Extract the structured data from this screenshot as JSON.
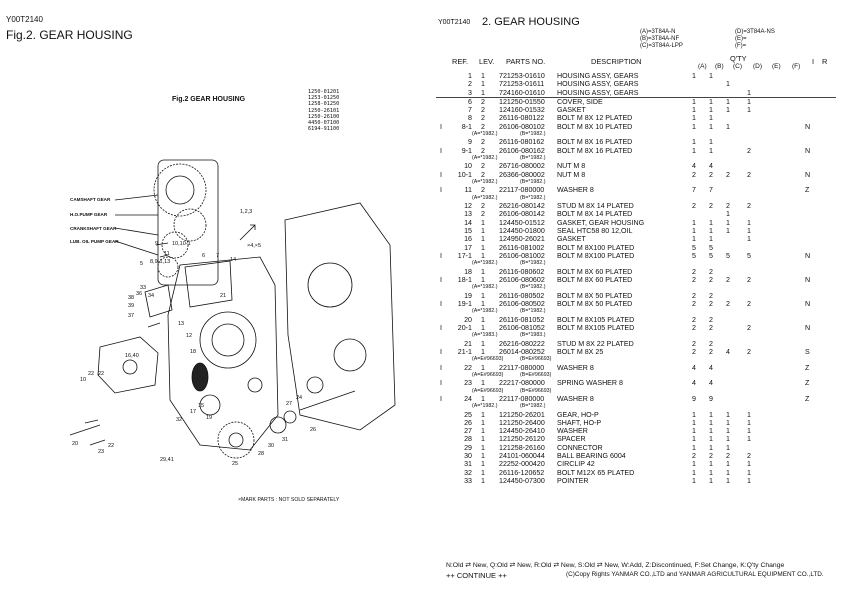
{
  "left_page": {
    "code": "Y00T2140",
    "title": "Fig.2.  GEAR HOUSING",
    "diagram_title": "Fig.2 GEAR HOUSING",
    "legend": [
      "␹1250-01201",
      "␹1253-01250",
      "␹1258-01250",
      "␹1250-26101",
      "␹1250-26100",
      "␹4450-07100",
      "␹6194-91100"
    ],
    "labels": [
      "CAMSHAFT GEAR",
      "H.O.PUMP GEAR",
      "CRANKSHAFT GEAR",
      "LUB. OIL PUMP GEAR"
    ],
    "callouts": [
      "1,2,3",
      "×4,×5",
      "9",
      "10,10-1",
      "11",
      "8,9-1,13",
      "14",
      "16,40",
      "38",
      "39",
      "37",
      "33",
      "34",
      "36",
      "10",
      "22",
      "22",
      "20",
      "23",
      "22",
      "29,41",
      "32",
      "17",
      "15",
      "19",
      "18",
      "12",
      "13",
      "25",
      "28",
      "30",
      "31",
      "26",
      "24",
      "27",
      "21",
      "6",
      "7",
      "5"
    ],
    "mark_note": "×MARK PARTS : NOT SOLD SEPARATELY"
  },
  "right_page": {
    "code": "Y00T2140",
    "title": "2.  GEAR HOUSING",
    "variants_left": [
      "(A)=3T84A-N",
      "(B)=3T84A-NF",
      "(C)=3T84A-LPP"
    ],
    "variants_right": [
      "(D)=3T84A-NS",
      "(E)=",
      "(F)="
    ],
    "headers": {
      "ref": "REF.",
      "lev": "LEV.",
      "parts": "PARTS NO.",
      "desc": "DESCRIPTION",
      "qty": "Q'TY",
      "a": "(A)",
      "b": "(B)",
      "c": "(C)",
      "d": "(D)",
      "e": "(E)",
      "f": "(F)",
      "i": "I",
      "r": "R"
    },
    "rows": [
      {
        "mark": "",
        "ref": "1",
        "lev": "1",
        "part": "721253-01610",
        "desc": "HOUSING ASSY, GEARS",
        "qa": "1",
        "qb": "1",
        "qc": "",
        "qd": "",
        "qe": "",
        "flag": ""
      },
      {
        "mark": "",
        "ref": "2",
        "lev": "1",
        "part": "721253-01611",
        "desc": "HOUSING ASSY, GEARS",
        "qa": "",
        "qb": "",
        "qc": "1",
        "qd": "",
        "qe": "",
        "flag": ""
      },
      {
        "mark": "",
        "ref": "3",
        "lev": "1",
        "part": "724160-01610",
        "desc": "HOUSING ASSY, GEARS",
        "qa": "",
        "qb": "",
        "qc": "",
        "qd": "1",
        "qe": "",
        "flag": ""
      },
      {
        "divider": true
      },
      {
        "mark": "",
        "ref": "6",
        "lev": "2",
        "part": "121250-01550",
        "desc": "COVER, SIDE",
        "qa": "1",
        "qb": "1",
        "qc": "1",
        "qd": "1",
        "qe": "",
        "flag": ""
      },
      {
        "mark": "",
        "ref": "7",
        "lev": "2",
        "part": "124160-01532",
        "desc": "GASKET",
        "qa": "1",
        "qb": "1",
        "qc": "1",
        "qd": "1",
        "qe": "",
        "flag": ""
      },
      {
        "mark": "",
        "ref": "8",
        "lev": "2",
        "part": "26116-080122",
        "desc": "BOLT M 8X 12 PLATED",
        "qa": "1",
        "qb": "1",
        "qc": "",
        "qd": "",
        "qe": "",
        "flag": ""
      },
      {
        "mark": "I",
        "ref": "8-1",
        "lev": "2",
        "part": "26106-080102",
        "desc": "BOLT M 8X 10 PLATED",
        "qa": "1",
        "qb": "1",
        "qc": "1",
        "qd": "",
        "qe": "",
        "flag": "N"
      },
      {
        "note": [
          "(A=*1982.)",
          "(B=*1982.)"
        ]
      },
      {
        "mark": "",
        "ref": "9",
        "lev": "2",
        "part": "26116-080162",
        "desc": "BOLT M 8X 16 PLATED",
        "qa": "1",
        "qb": "1",
        "qc": "",
        "qd": "",
        "qe": "",
        "flag": ""
      },
      {
        "mark": "I",
        "ref": "9-1",
        "lev": "2",
        "part": "26106-080162",
        "desc": "BOLT M 8X 16 PLATED",
        "qa": "1",
        "qb": "1",
        "qc": "",
        "qd": "2",
        "qe": "",
        "flag": "N"
      },
      {
        "note": [
          "(A=*1982.)",
          "(B=*1982.)"
        ]
      },
      {
        "mark": "",
        "ref": "10",
        "lev": "2",
        "part": "26716-080002",
        "desc": "NUT M 8",
        "qa": "4",
        "qb": "4",
        "qc": "",
        "qd": "",
        "qe": "",
        "flag": ""
      },
      {
        "mark": "I",
        "ref": "10-1",
        "lev": "2",
        "part": "26366-080002",
        "desc": "NUT M 8",
        "qa": "2",
        "qb": "2",
        "qc": "2",
        "qd": "2",
        "qe": "",
        "flag": "N"
      },
      {
        "note": [
          "(A=*1982.)",
          "(B=*1982.)"
        ]
      },
      {
        "mark": "I",
        "ref": "11",
        "lev": "2",
        "part": "22117-080000",
        "desc": "WASHER  8",
        "qa": "7",
        "qb": "7",
        "qc": "",
        "qd": "",
        "qe": "",
        "flag": "Z"
      },
      {
        "note": [
          "(A=*1982.)",
          "(B=*1982.)"
        ]
      },
      {
        "mark": "",
        "ref": "12",
        "lev": "2",
        "part": "26216-080142",
        "desc": "STUD M 8X 14 PLATED",
        "qa": "2",
        "qb": "2",
        "qc": "2",
        "qd": "2",
        "qe": "",
        "flag": ""
      },
      {
        "mark": "",
        "ref": "13",
        "lev": "2",
        "part": "26106-080142",
        "desc": "BOLT M 8X 14 PLATED",
        "qa": "",
        "qb": "",
        "qc": "1",
        "qd": "",
        "qe": "",
        "flag": ""
      },
      {
        "mark": "",
        "ref": "14",
        "lev": "1",
        "part": "124450-01512",
        "desc": "GASKET, GEAR HOUSING",
        "qa": "1",
        "qb": "1",
        "qc": "1",
        "qd": "1",
        "qe": "",
        "flag": ""
      },
      {
        "mark": "",
        "ref": "15",
        "lev": "1",
        "part": "124450-01800",
        "desc": "SEAL HTC58 80 12,OIL",
        "qa": "1",
        "qb": "1",
        "qc": "1",
        "qd": "1",
        "qe": "",
        "flag": ""
      },
      {
        "mark": "",
        "ref": "16",
        "lev": "1",
        "part": "124950-26021",
        "desc": "GASKET",
        "qa": "1",
        "qb": "1",
        "qc": "",
        "qd": "1",
        "qe": "",
        "flag": ""
      },
      {
        "mark": "",
        "ref": "17",
        "lev": "1",
        "part": "26116-081002",
        "desc": "BOLT M 8X100 PLATED",
        "qa": "5",
        "qb": "5",
        "qc": "",
        "qd": "",
        "qe": "",
        "flag": ""
      },
      {
        "mark": "I",
        "ref": "17-1",
        "lev": "1",
        "part": "26106-081002",
        "desc": "BOLT M 8X100 PLATED",
        "qa": "5",
        "qb": "5",
        "qc": "5",
        "qd": "5",
        "qe": "",
        "flag": "N"
      },
      {
        "note": [
          "(A=*1982.)",
          "(B=*1982.)"
        ]
      },
      {
        "mark": "",
        "ref": "18",
        "lev": "1",
        "part": "26116-080602",
        "desc": "BOLT M 8X 60 PLATED",
        "qa": "2",
        "qb": "2",
        "qc": "",
        "qd": "",
        "qe": "",
        "flag": ""
      },
      {
        "mark": "I",
        "ref": "18-1",
        "lev": "1",
        "part": "26106-080602",
        "desc": "BOLT M 8X 60 PLATED",
        "qa": "2",
        "qb": "2",
        "qc": "2",
        "qd": "2",
        "qe": "",
        "flag": "N"
      },
      {
        "note": [
          "(A=*1982.)",
          "(B=*1982.)"
        ]
      },
      {
        "mark": "",
        "ref": "19",
        "lev": "1",
        "part": "26116-080502",
        "desc": "BOLT M 8X 50 PLATED",
        "qa": "2",
        "qb": "2",
        "qc": "",
        "qd": "",
        "qe": "",
        "flag": ""
      },
      {
        "mark": "I",
        "ref": "19-1",
        "lev": "1",
        "part": "26106-080502",
        "desc": "BOLT M 8X 50 PLATED",
        "qa": "2",
        "qb": "2",
        "qc": "2",
        "qd": "2",
        "qe": "",
        "flag": "N"
      },
      {
        "note": [
          "(A=*1982.)",
          "(B=*1982.)"
        ]
      },
      {
        "mark": "",
        "ref": "20",
        "lev": "1",
        "part": "26116-081052",
        "desc": "BOLT M 8X105 PLATED",
        "qa": "2",
        "qb": "2",
        "qc": "",
        "qd": "",
        "qe": "",
        "flag": ""
      },
      {
        "mark": "I",
        "ref": "20-1",
        "lev": "1",
        "part": "26106-081052",
        "desc": "BOLT M 8X105 PLATED",
        "qa": "2",
        "qb": "2",
        "qc": "",
        "qd": "2",
        "qe": "",
        "flag": "N"
      },
      {
        "note": [
          "(A=*1983.)",
          "(B=*1983.)"
        ]
      },
      {
        "mark": "",
        "ref": "21",
        "lev": "1",
        "part": "26216-080222",
        "desc": "STUD M 8X 22 PLATED",
        "qa": "2",
        "qb": "2",
        "qc": "",
        "qd": "",
        "qe": "",
        "flag": ""
      },
      {
        "mark": "I",
        "ref": "21-1",
        "lev": "1",
        "part": "26014-080252",
        "desc": "BOLT M 8X 25",
        "qa": "2",
        "qb": "2",
        "qc": "4",
        "qd": "2",
        "qe": "",
        "flag": "S"
      },
      {
        "note": [
          "(A=E#96693)",
          "(B=E#96693)"
        ]
      },
      {
        "mark": "I",
        "ref": "22",
        "lev": "1",
        "part": "22117-080000",
        "desc": "WASHER  8",
        "qa": "4",
        "qb": "4",
        "qc": "",
        "qd": "",
        "qe": "",
        "flag": "Z"
      },
      {
        "note": [
          "(A=E#96693)",
          "(B=E#96693)"
        ]
      },
      {
        "mark": "I",
        "ref": "23",
        "lev": "1",
        "part": "22217-080000",
        "desc": "SPRING WASHER  8",
        "qa": "4",
        "qb": "4",
        "qc": "",
        "qd": "",
        "qe": "",
        "flag": "Z"
      },
      {
        "note": [
          "(A=E#96693)",
          "(B=E#96693)"
        ]
      },
      {
        "mark": "I",
        "ref": "24",
        "lev": "1",
        "part": "22117-080000",
        "desc": "WASHER  8",
        "qa": "9",
        "qb": "9",
        "qc": "",
        "qd": "",
        "qe": "",
        "flag": "Z"
      },
      {
        "note": [
          "(A=*1982.)",
          "(B=*1982.)"
        ]
      },
      {
        "mark": "",
        "ref": "25",
        "lev": "1",
        "part": "121250-26201",
        "desc": "GEAR, HO-P",
        "qa": "1",
        "qb": "1",
        "qc": "1",
        "qd": "1",
        "qe": "",
        "flag": ""
      },
      {
        "mark": "",
        "ref": "26",
        "lev": "1",
        "part": "121250-26400",
        "desc": "SHAFT, HO-P",
        "qa": "1",
        "qb": "1",
        "qc": "1",
        "qd": "1",
        "qe": "",
        "flag": ""
      },
      {
        "mark": "",
        "ref": "27",
        "lev": "1",
        "part": "124450-26410",
        "desc": "WASHER",
        "qa": "1",
        "qb": "1",
        "qc": "1",
        "qd": "1",
        "qe": "",
        "flag": ""
      },
      {
        "mark": "",
        "ref": "28",
        "lev": "1",
        "part": "121250-26120",
        "desc": "SPACER",
        "qa": "1",
        "qb": "1",
        "qc": "1",
        "qd": "1",
        "qe": "",
        "flag": ""
      },
      {
        "mark": "",
        "ref": "29",
        "lev": "1",
        "part": "121258-26160",
        "desc": "CONNECTOR",
        "qa": "1",
        "qb": "1",
        "qc": "1",
        "qd": "",
        "qe": "",
        "flag": ""
      },
      {
        "mark": "",
        "ref": "30",
        "lev": "1",
        "part": "24101-060044",
        "desc": "BALL BEARING 6004",
        "qa": "2",
        "qb": "2",
        "qc": "2",
        "qd": "2",
        "qe": "",
        "flag": ""
      },
      {
        "mark": "",
        "ref": "31",
        "lev": "1",
        "part": "22252-000420",
        "desc": "CIRCLIP  42",
        "qa": "1",
        "qb": "1",
        "qc": "1",
        "qd": "1",
        "qe": "",
        "flag": ""
      },
      {
        "mark": "",
        "ref": "32",
        "lev": "1",
        "part": "26116-120652",
        "desc": "BOLT M12X 65 PLATED",
        "qa": "1",
        "qb": "1",
        "qc": "1",
        "qd": "1",
        "qe": "",
        "flag": ""
      },
      {
        "mark": "",
        "ref": "33",
        "lev": "1",
        "part": "124450-07300",
        "desc": "POINTER",
        "qa": "1",
        "qb": "1",
        "qc": "1",
        "qd": "1",
        "qe": "",
        "flag": ""
      }
    ],
    "footer_legend": "N:Old ⇄ New,  Q:Old ⇄ New,  R:Old ⇄ New,  S:Old ⇄ New,  W:Add,  Z:Discontinued,  F:Set Change,  K:Q'ty Change",
    "footer_continue": "++ CONTINUE ++",
    "footer_copy": "(C)Copy Rights  YANMAR CO.,LTD and YANMAR AGRICULTURAL EQUIPMENT CO.,LTD."
  }
}
